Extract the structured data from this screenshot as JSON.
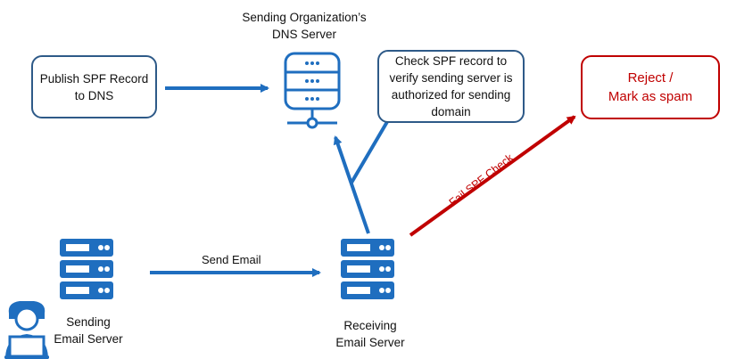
{
  "nodes": {
    "dns_server": {
      "label": "Sending Organization’s\nDNS Server",
      "icon": "database-server-icon"
    },
    "publish_box": {
      "label": "Publish SPF Record\nto DNS"
    },
    "check_box": {
      "label": "Check SPF record to\nverify sending server is\nauthorized for sending\ndomain"
    },
    "reject_box": {
      "label": "Reject /\nMark as spam"
    },
    "sending_server": {
      "label": "Sending\nEmail Server",
      "icon": "server-rack-icon"
    },
    "receiving_server": {
      "label": "Receiving\nEmail Server",
      "icon": "server-rack-icon"
    },
    "user": {
      "icon": "user-at-laptop-icon"
    }
  },
  "edges": {
    "send_email": {
      "label": "Send Email"
    },
    "fail_spf": {
      "label": "Fail SPF Check"
    }
  },
  "colors": {
    "arrow_blue": "#1f6ebf",
    "arrow_red": "#c00000",
    "box_border": "#2e5a88",
    "icon_blue": "#1f6ebf"
  }
}
